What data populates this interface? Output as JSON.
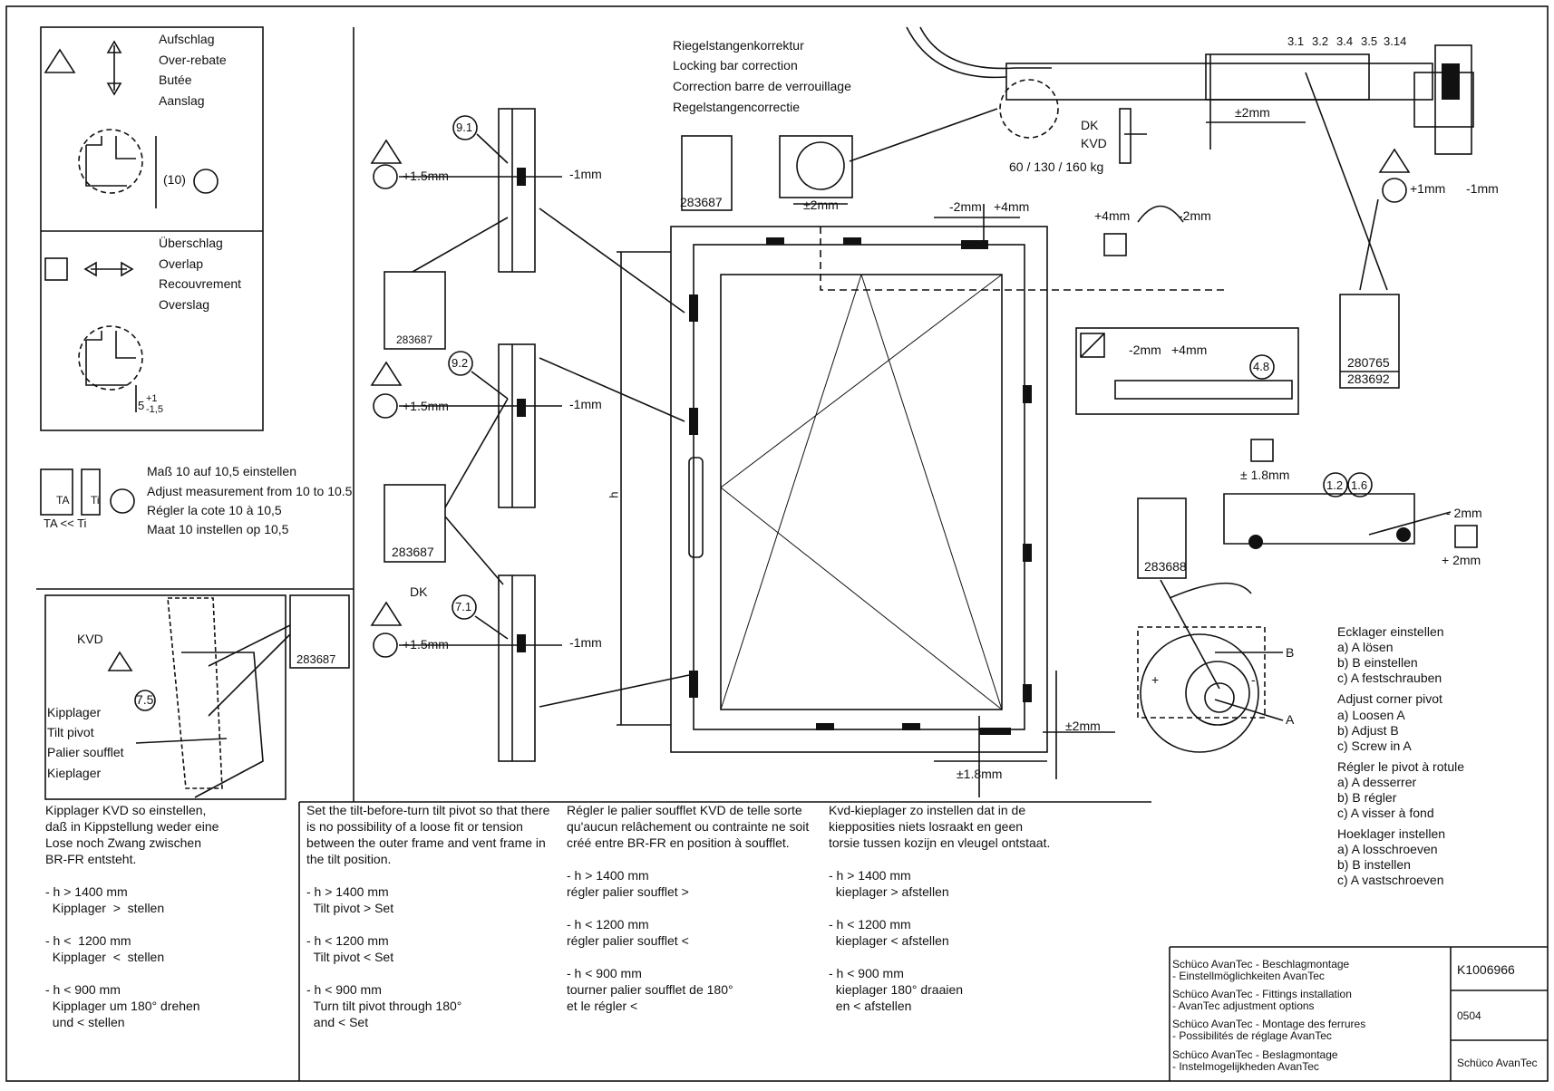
{
  "legend_rebate": {
    "labels": [
      "Aufschlag",
      "Over-rebate",
      "Butée",
      "Aanslag"
    ],
    "dimension": "(10)"
  },
  "legend_overlap": {
    "labels": [
      "Überschlag",
      "Overlap",
      "Recouvrement",
      "Overslag"
    ],
    "dimension": "5",
    "dimension_tol": "+1",
    "dimension_tol2": "-1,5"
  },
  "temperature_note": {
    "lines": [
      "Maß 10 auf 10,5 einstellen",
      "Adjust measurement from 10 to 10.5",
      "Régler la cote 10 à 10,5",
      "Maat 10 instellen op 10,5"
    ],
    "ta": "TA",
    "ti": "Ti",
    "formula": "TA << Ti"
  },
  "tilt_pivot_detail": {
    "kvd": "KVD",
    "part_callout": "7.5",
    "tool_number": "283687",
    "labels": [
      "Kipplager",
      "Tilt pivot",
      "Palier soufflet",
      "Kieplager"
    ]
  },
  "hinge_details": [
    {
      "callout": "9.1",
      "plus": "+1.5mm",
      "minus": "-1mm",
      "tool": "283687"
    },
    {
      "callout": "9.2",
      "plus": "+1.5mm",
      "minus": "-1mm",
      "tool": "283687"
    },
    {
      "callout": "7.1",
      "plus": "+1.5mm",
      "minus": "-1mm",
      "dk": "DK"
    }
  ],
  "locking_bar": {
    "labels": [
      "Riegelstangenkorrektur",
      "Locking bar correction",
      "Correction barre de verrouillage",
      "Regelstangencorrectie"
    ],
    "tool": "283687",
    "adjust": "±2mm"
  },
  "top_detail": {
    "callouts": [
      "3.1",
      "3.2",
      "3.4",
      "3.5",
      "3.14"
    ],
    "adjust": "±2mm",
    "dk": "DK",
    "kvd": "KVD",
    "weights": "60 / 130 / 160 kg",
    "top_minus": "-2mm",
    "top_plus": "+4mm",
    "stay_plus": "+4mm",
    "stay_minus": "-2mm",
    "side_plus": "+1mm",
    "side_minus": "-1mm",
    "tools": [
      "280765",
      "283692"
    ]
  },
  "stay_detail": {
    "minus": "-2mm",
    "plus": "+4mm",
    "callout": "4.8"
  },
  "corner_pivot": {
    "lateral": "± 1.8mm",
    "callouts": [
      "1.2",
      "1.6"
    ],
    "minus": "- 2mm",
    "plus": "+ 2mm",
    "tool": "283688",
    "point_b": "B",
    "point_a": "A",
    "plus_sign": "+",
    "minus_sign": "-"
  },
  "window": {
    "h_label": "h",
    "bottom_adjust": "±1.8mm",
    "right_adjust": "±2mm"
  },
  "corner_instructions": {
    "de_title": "Ecklager einstellen",
    "de": [
      "a) A lösen",
      "b) B einstellen",
      "c) A festschrauben"
    ],
    "en_title": "Adjust corner pivot",
    "en": [
      "a) Loosen A",
      "b) Adjust B",
      "c) Screw in A"
    ],
    "fr_title": "Régler le pivot à rotule",
    "fr": [
      "a) A desserrer",
      "b) B régler",
      "c) A visser à fond"
    ],
    "nl_title": "Hoeklager instellen",
    "nl": [
      "a) A losschroeven",
      "b) B instellen",
      "c) A vastschroeven"
    ]
  },
  "instructions": {
    "de": "Kipplager KVD so einstellen,\ndaß in Kippstellung weder eine\nLose noch Zwang zwischen\nBR-FR entsteht.\n\n- h > 1400 mm\n  Kipplager  >  stellen\n\n- h <  1200 mm\n  Kipplager  <  stellen\n\n- h < 900 mm\n  Kipplager um 180° drehen\n  und < stellen",
    "en": "Set the tilt-before-turn tilt pivot so that there\nis no possibility of a loose fit or tension\nbetween the outer frame and vent frame in\nthe tilt position.\n\n- h > 1400 mm\n  Tilt pivot > Set\n\n- h < 1200 mm\n  Tilt pivot < Set\n\n- h < 900 mm\n  Turn tilt pivot through 180°\n  and < Set",
    "fr": "Régler le palier soufflet KVD de telle sorte\nqu'aucun relâchement ou contrainte ne soit\ncréé entre BR-FR en position à soufflet.\n\n- h > 1400 mm\nrégler palier soufflet >\n\n- h < 1200 mm\nrégler palier soufflet <\n\n- h < 900 mm\ntourner palier soufflet de 180°\net le régler <",
    "nl": "Kvd-kieplager zo instellen dat in de\nkiepposities niets losraakt en geen\ntorsie tussen kozijn en vleugel ontstaat.\n\n- h > 1400 mm\n  kieplager > afstellen\n\n- h < 1200 mm\n  kieplager < afstellen\n\n- h < 900 mm\n  kieplager 180° draaien\n  en < afstellen"
  },
  "title_block": {
    "rows": [
      {
        "title": "Schüco AvanTec - Beschlagmontage",
        "sub": " - Einstellmöglichkeiten AvanTec"
      },
      {
        "title": "Schüco AvanTec - Fittings installation",
        "sub": " - AvanTec adjustment options"
      },
      {
        "title": "Schüco AvanTec - Montage des ferrures",
        "sub": " - Possibilités de réglage AvanTec"
      },
      {
        "title": "Schüco AvanTec - Beslagmontage",
        "sub": " - Instelmogelijkheden AvanTec"
      }
    ],
    "drawing_no": "K1006966",
    "date_code": "0504",
    "company": "Schüco AvanTec"
  }
}
